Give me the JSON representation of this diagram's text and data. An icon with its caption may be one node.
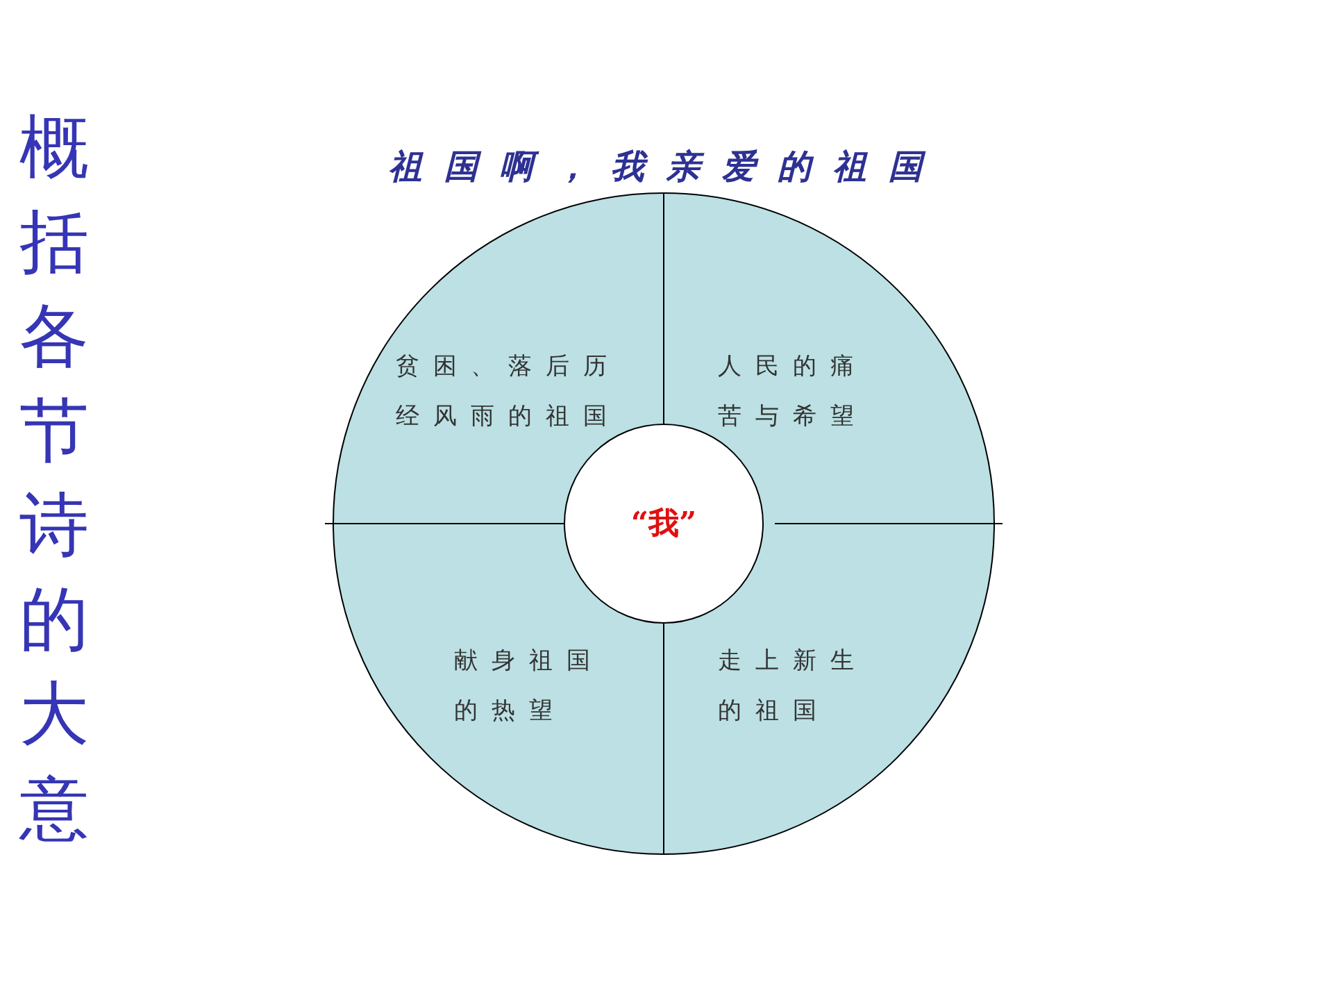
{
  "diagram": {
    "title": "概括各节诗的大意",
    "nodes": [
      {
        "text": [
          "祖国啊，我亲爱的祖国"
        ]
      },
      {
        "text": [
          "贫困、落后历经风雨的祖国"
        ],
        "in": 0
      },
      {
        "text": [
          "人民的痛苦与希望"
        ],
        "in": 0
      },
      {
        "text": [
          "献身祖国的热望"
        ],
        "in": 0
      },
      {
        "text": [
          "走上新生的祖国"
        ],
        "in": 0
      },
      {
        "text": [
          "“我”"
        ],
        "in": 0
      }
    ],
    "edges": []
  }
}
